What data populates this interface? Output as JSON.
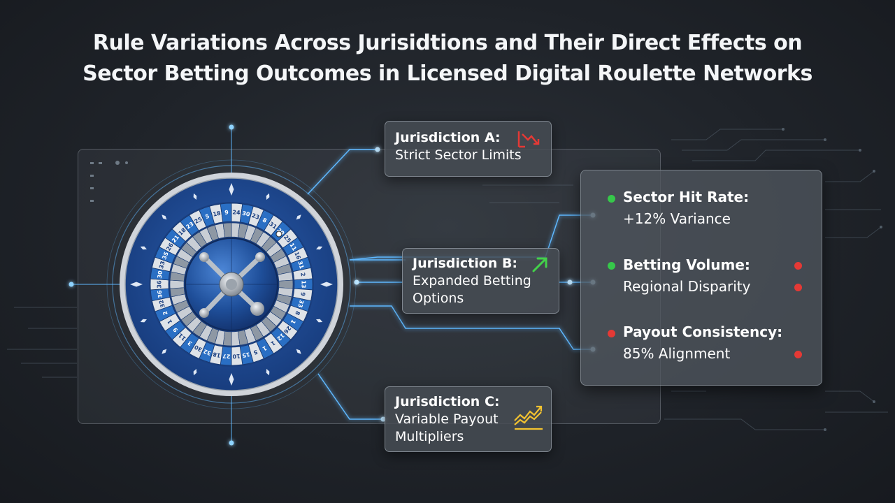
{
  "title": {
    "line1": "Rule Variations Across Jurisidtions and Their Direct Effects on",
    "line2": "Sector Betting Outcomes in Licensed Digital Roulette Networks"
  },
  "wheel": {
    "numbers": [
      "24",
      "30",
      "23",
      "8",
      "31",
      "29",
      "25",
      "11",
      "16",
      "31",
      "2",
      "13",
      "9",
      "33",
      "8",
      "1",
      "26",
      "12",
      "1",
      "1",
      "5",
      "15",
      "10",
      "27",
      "18",
      "32",
      "30",
      "3",
      "11",
      "9",
      "1",
      "2",
      "32",
      "36",
      "36",
      "30",
      "33",
      "35",
      "26",
      "21",
      "18",
      "23",
      "25",
      "5",
      "18",
      "9"
    ]
  },
  "jurisdictions": [
    {
      "id": "a",
      "name": "Jurisdiction A:",
      "desc": [
        "Strict Sector Limits"
      ],
      "trend": "down",
      "trend_color": "#e53935",
      "icon": "trend-down-icon"
    },
    {
      "id": "b",
      "name": "Jurisdiction B:",
      "desc": [
        "Expanded Betting",
        "Options"
      ],
      "trend": "up",
      "trend_color": "#43d14a",
      "icon": "trend-up-icon"
    },
    {
      "id": "c",
      "name": "Jurisdiction C:",
      "desc": [
        "Variable Payout",
        "Multipliers"
      ],
      "trend": "rising",
      "trend_color": "#f2c230",
      "icon": "chart-rising-icon"
    }
  ],
  "metrics": [
    {
      "label": "Sector Hit Rate:",
      "value": "+12% Variance",
      "left_dot": "#36c84a",
      "right_dots": []
    },
    {
      "label": "Betting Volume:",
      "value": "Regional Disparity",
      "left_dot": "#36c84a",
      "right_dots": [
        "#e53935",
        "#e53935"
      ]
    },
    {
      "label": "Payout Consistency:",
      "value": "85% Alignment",
      "left_dot": "#e53935",
      "right_dots": [
        "#e53935"
      ]
    }
  ],
  "colors": {
    "accent": "#5fb8ff",
    "wheel_blue": "#1f4f9a",
    "wheel_rim": "#c8ccd2"
  }
}
